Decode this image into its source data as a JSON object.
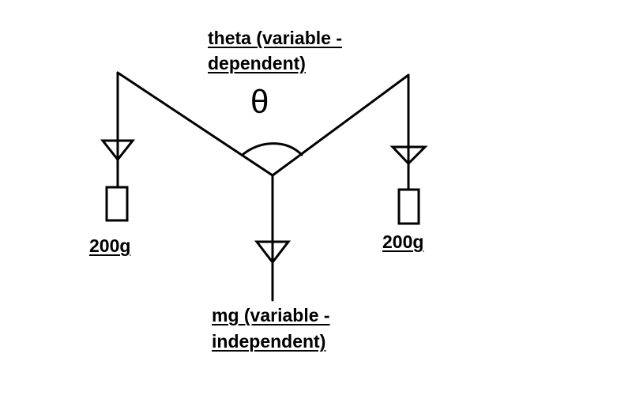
{
  "labels": {
    "theta_line1": "theta (variable -",
    "theta_line2": "dependent)",
    "theta_symbol": "θ",
    "left_mass": "200g",
    "right_mass": "200g",
    "mg_line1": "mg (variable -",
    "mg_line2": "independent)"
  },
  "colors": {
    "ink": "#000000",
    "background": "#ffffff"
  }
}
